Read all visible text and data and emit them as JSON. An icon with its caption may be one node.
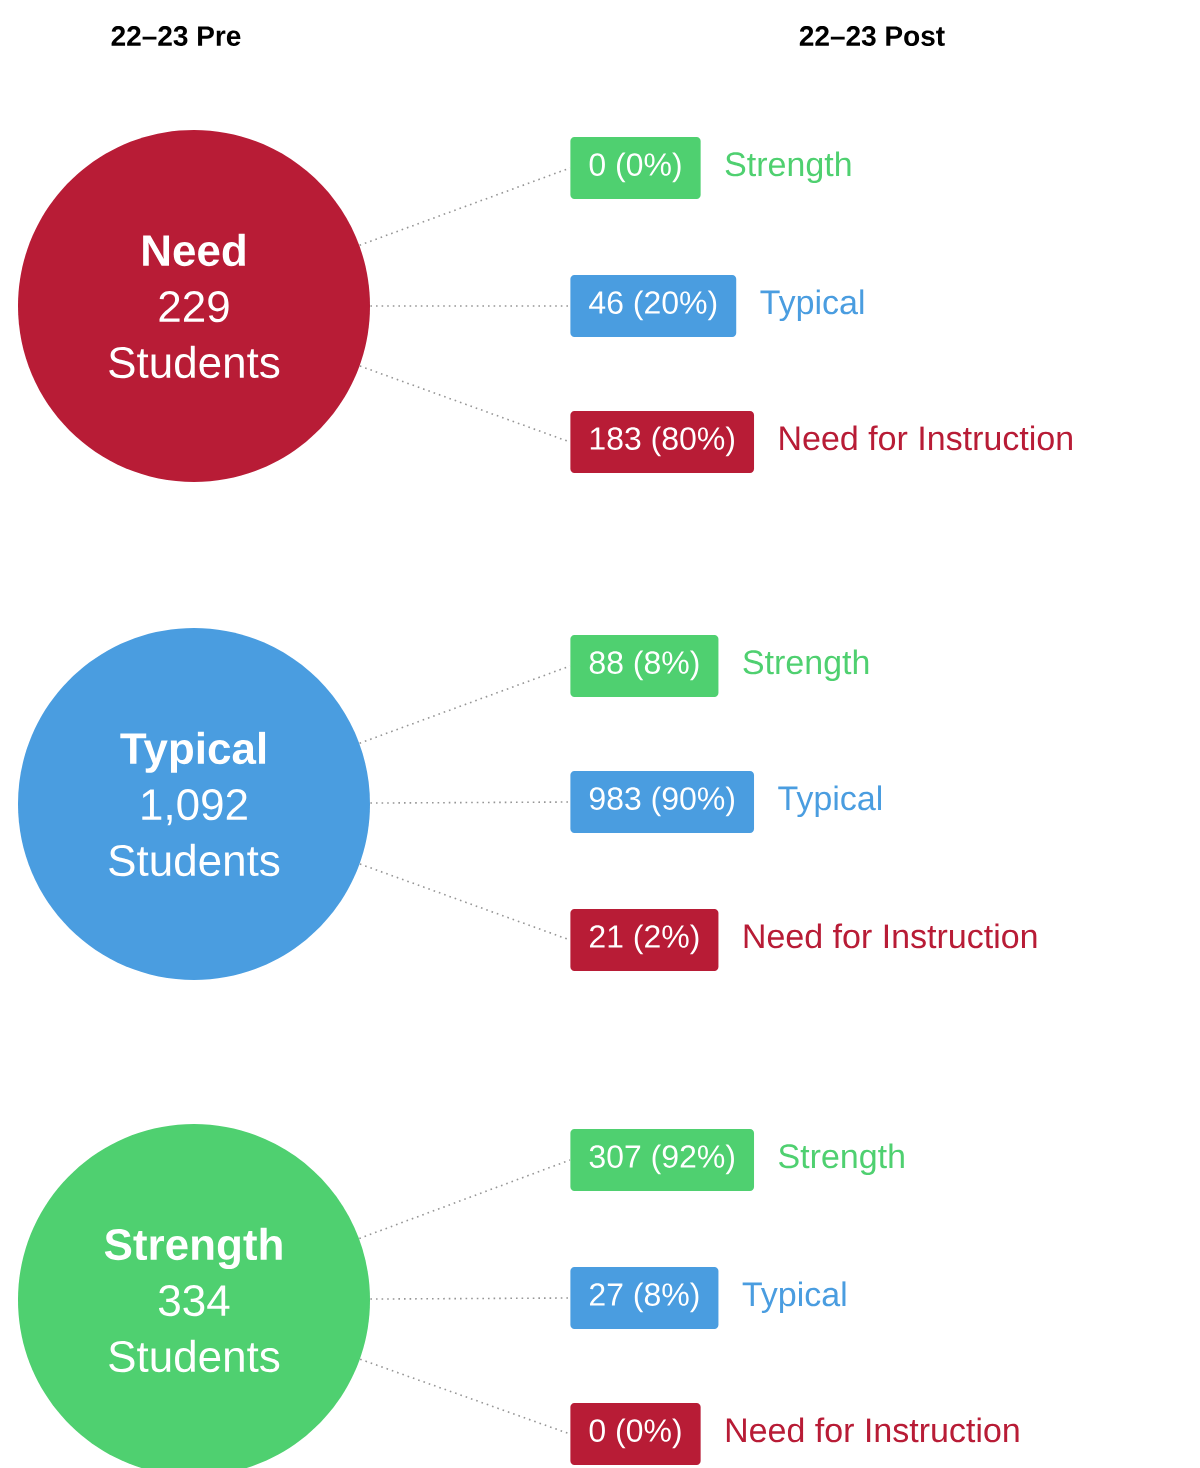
{
  "diagram": {
    "nodes": [
      {
        "text": [
          "Need",
          "229 Students"
        ]
      },
      {
        "text": [
          "0 (0%)"
        ],
        "beside": [
          "Strength"
        ]
      },
      {
        "text": [
          "46 (20%)"
        ],
        "beside": [
          "Typical"
        ]
      },
      {
        "text": [
          "183 (80%)"
        ],
        "beside": [
          "Need for Instruction"
        ]
      },
      {
        "text": [
          "Typical",
          "1,092 Students"
        ]
      },
      {
        "text": [
          "88 (8%)"
        ],
        "beside": [
          "Strength"
        ]
      },
      {
        "text": [
          "983 (90%)"
        ],
        "beside": [
          "Typical"
        ]
      },
      {
        "text": [
          "21 (2%)"
        ],
        "beside": [
          "Need for Instruction"
        ]
      },
      {
        "text": [
          "Strength",
          "334 Students"
        ]
      },
      {
        "text": [
          "307 (92%)"
        ],
        "beside": [
          "Strength"
        ]
      },
      {
        "text": [
          "27 (8%)"
        ],
        "beside": [
          "Typical"
        ]
      },
      {
        "text": [
          "0 (0%)"
        ],
        "beside": [
          "Need for Instruction"
        ]
      }
    ],
    "edges": [
      {
        "from": 0,
        "to": 1,
        "arrow": "none"
      },
      {
        "from": 0,
        "to": 2,
        "arrow": "none"
      },
      {
        "from": 0,
        "to": 3,
        "arrow": "none"
      },
      {
        "from": 4,
        "to": 5,
        "arrow": "none"
      },
      {
        "from": 4,
        "to": 6,
        "arrow": "none"
      },
      {
        "from": 4,
        "to": 7,
        "arrow": "none"
      },
      {
        "from": 8,
        "to": 9,
        "arrow": "none"
      },
      {
        "from": 8,
        "to": 10,
        "arrow": "none"
      },
      {
        "from": 8,
        "to": 11,
        "arrow": "none"
      }
    ],
    "labels": [
      "22–23 Pre",
      "22–23 Post"
    ]
  }
}
